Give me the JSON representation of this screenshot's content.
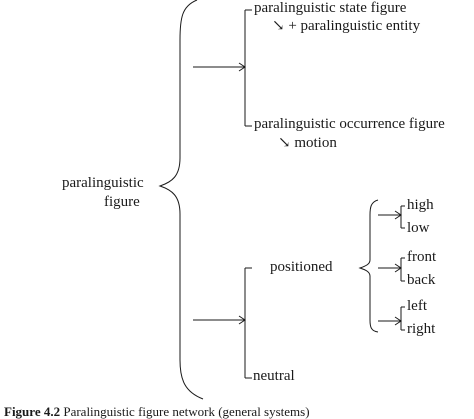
{
  "diagram": {
    "root": {
      "line1": "paralinguistic",
      "line2": "figure"
    },
    "state_figure": {
      "label": "paralinguistic state figure",
      "feature": "↘ + paralinguistic entity"
    },
    "occurrence_figure": {
      "label": "paralinguistic occurrence figure",
      "feature": "↘ motion"
    },
    "positioned": "positioned",
    "neutral": "neutral",
    "height": {
      "high": "high",
      "low": "low"
    },
    "depth": {
      "front": "front",
      "back": "back"
    },
    "side": {
      "left": "left",
      "right": "right"
    }
  },
  "caption": {
    "number": "Figure 4.2",
    "title": "Paralinguistic figure network (general systems)"
  },
  "colors": {
    "ink": "#1a1a1a",
    "background": "#ffffff"
  }
}
